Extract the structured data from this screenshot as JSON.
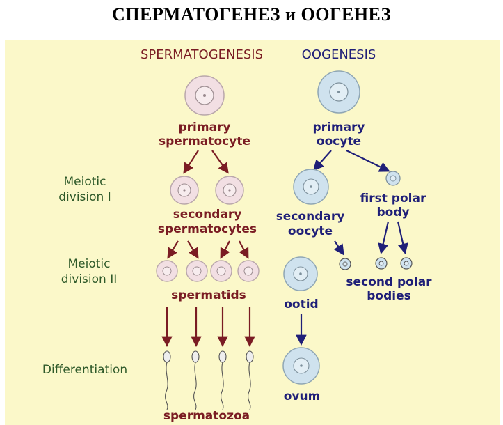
{
  "title": "СПЕРМАТОГЕНЕЗ и ООГЕНЕЗ",
  "columns": {
    "spermatogenesis": "SPERMATOGENESIS",
    "oogenesis": "OOGENESIS"
  },
  "stages": {
    "meiotic1": [
      "Meiotic",
      "division I"
    ],
    "meiotic2": [
      "Meiotic",
      "division II"
    ],
    "differentiation": "Differentiation"
  },
  "sperm_labels": {
    "primary": [
      "primary",
      "spermatocyte"
    ],
    "secondary": [
      "secondary",
      "spermatocytes"
    ],
    "spermatids": "spermatids",
    "spermatozoa": "spermatozoa"
  },
  "oo_labels": {
    "primary": [
      "primary",
      "oocyte"
    ],
    "first_polar": [
      "first polar",
      "body"
    ],
    "secondary": [
      "secondary",
      "oocyte"
    ],
    "second_polar": [
      "second polar",
      "bodies"
    ],
    "ootid": "ootid",
    "ovum": "ovum"
  },
  "colors": {
    "background": "#fbf8c9",
    "sperm_text": "#7a1c23",
    "oo_text": "#1f1f78",
    "stage_text": "#2f5a2a",
    "sperm_cell": "#f2dfe3",
    "oo_cell": "#cfe2ee"
  }
}
